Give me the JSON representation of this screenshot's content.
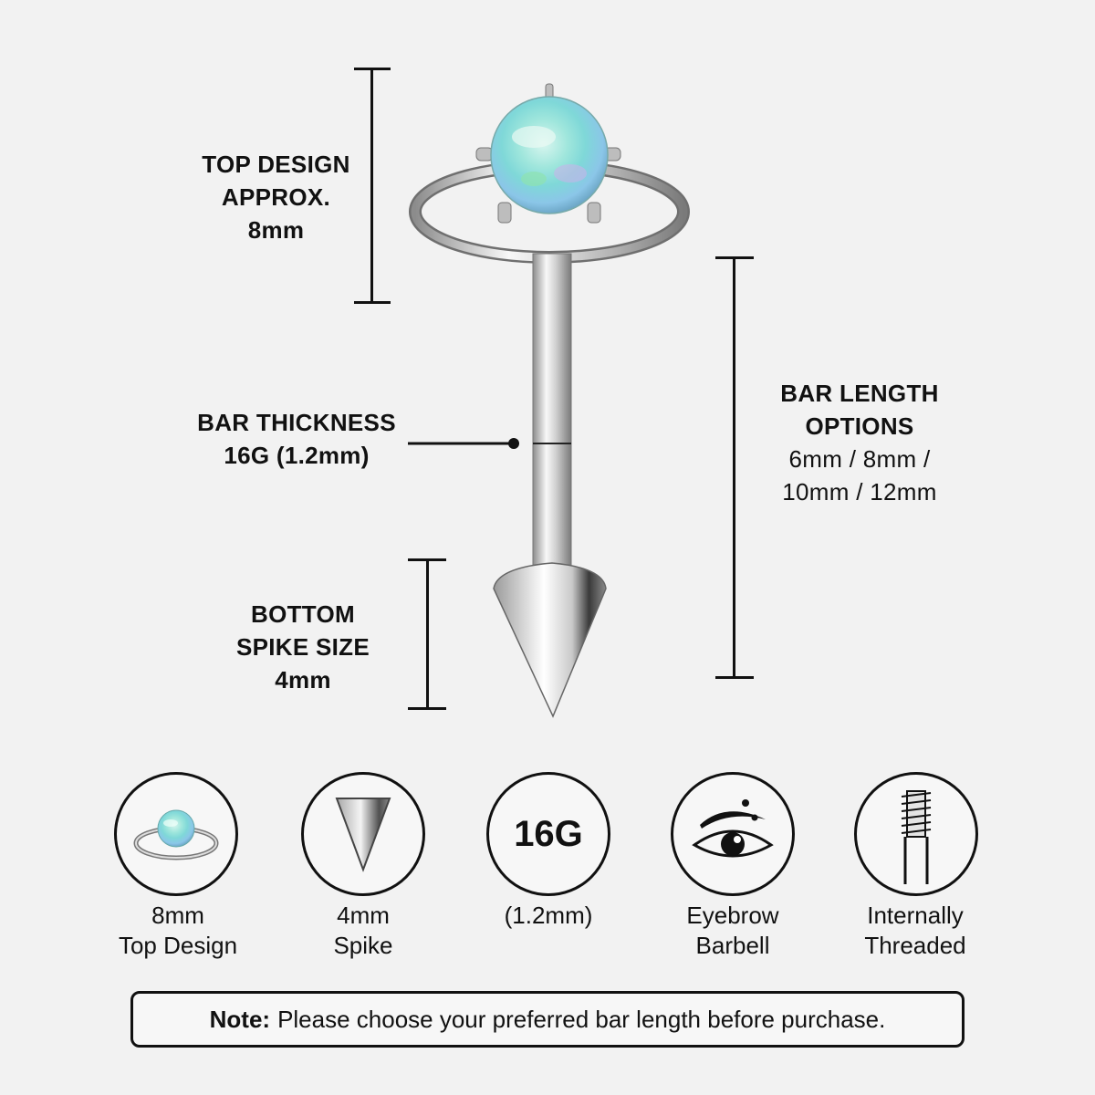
{
  "labels": {
    "top_design": [
      "TOP DESIGN",
      "APPROX.",
      "8mm"
    ],
    "bar_thickness": [
      "BAR THICKNESS",
      "16G (1.2mm)"
    ],
    "bottom_spike": [
      "BOTTOM",
      "SPIKE SIZE",
      "4mm"
    ],
    "bar_length": [
      "BAR LENGTH",
      "OPTIONS",
      "6mm / 8mm /",
      "10mm / 12mm"
    ]
  },
  "features": [
    {
      "icon": "opal-top-design-icon",
      "line1": "8mm",
      "line2": "Top Design"
    },
    {
      "icon": "spike-icon",
      "line1": "4mm",
      "line2": "Spike"
    },
    {
      "icon": "gauge-icon",
      "icon_text": "16G",
      "line1": "(1.2mm)",
      "line2": ""
    },
    {
      "icon": "eyebrow-icon",
      "line1": "Eyebrow",
      "line2": "Barbell"
    },
    {
      "icon": "thread-icon",
      "line1": "Internally",
      "line2": "Threaded"
    }
  ],
  "note": {
    "label": "Note:",
    "text": "Please choose your preferred bar length before purchase."
  },
  "colors": {
    "background": "#f2f2f2",
    "ink": "#111111",
    "opal": "#8fdcd6"
  }
}
